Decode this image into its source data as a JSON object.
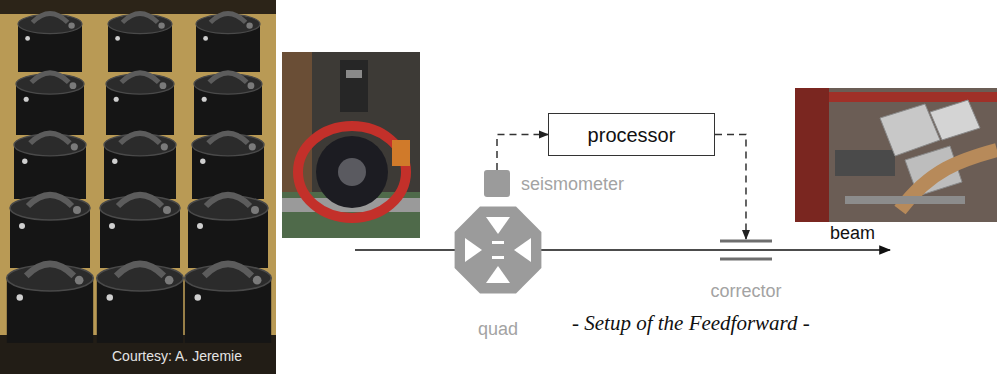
{
  "diagram": {
    "caption": "- Setup of the Feedforward -",
    "nodes": [
      {
        "text": [
          "seismometer"
        ]
      },
      {
        "text": [
          "processor"
        ]
      },
      {
        "text": [
          "quad"
        ]
      },
      {
        "text": [
          "corrector"
        ]
      }
    ],
    "edges": [
      {
        "from": 0,
        "to": 1,
        "arrow": "to"
      },
      {
        "from": 1,
        "to": 3,
        "arrow": "to"
      }
    ],
    "labels": [
      "beam",
      "Courtesy: A. Jeremie"
    ]
  }
}
